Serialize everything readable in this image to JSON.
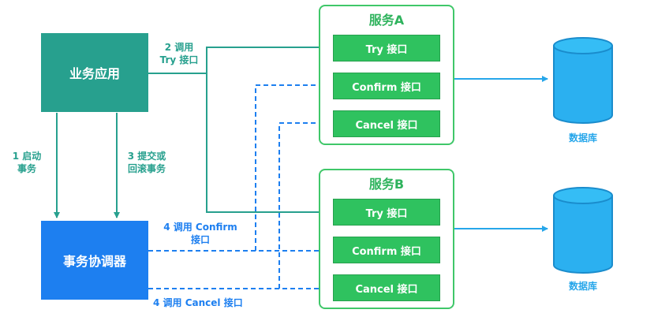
{
  "business_app": {
    "label": "业务应用"
  },
  "coordinator": {
    "label": "事务协调器"
  },
  "service_a": {
    "title": "服务A",
    "interfaces": [
      "Try 接口",
      "Confirm 接口",
      "Cancel 接口"
    ]
  },
  "service_b": {
    "title": "服务B",
    "interfaces": [
      "Try 接口",
      "Confirm 接口",
      "Cancel 接口"
    ]
  },
  "edges": {
    "call_try": [
      "2 调用",
      "Try 接口"
    ],
    "start_tx": [
      "1 启动",
      "事务"
    ],
    "submit_or_rollback": [
      "3 提交或",
      "回滚事务"
    ],
    "call_confirm": [
      "4 调用 Confirm",
      "接口"
    ],
    "call_cancel": "4 调用 Cancel 接口"
  },
  "databases": [
    {
      "label": "数据库"
    },
    {
      "label": "数据库"
    }
  ],
  "colors": {
    "teal": "#27a08e",
    "blue": "#1d7ff0",
    "green": "#2fc25f",
    "green_border": "#3fc769",
    "cyan": "#26a6ea"
  }
}
